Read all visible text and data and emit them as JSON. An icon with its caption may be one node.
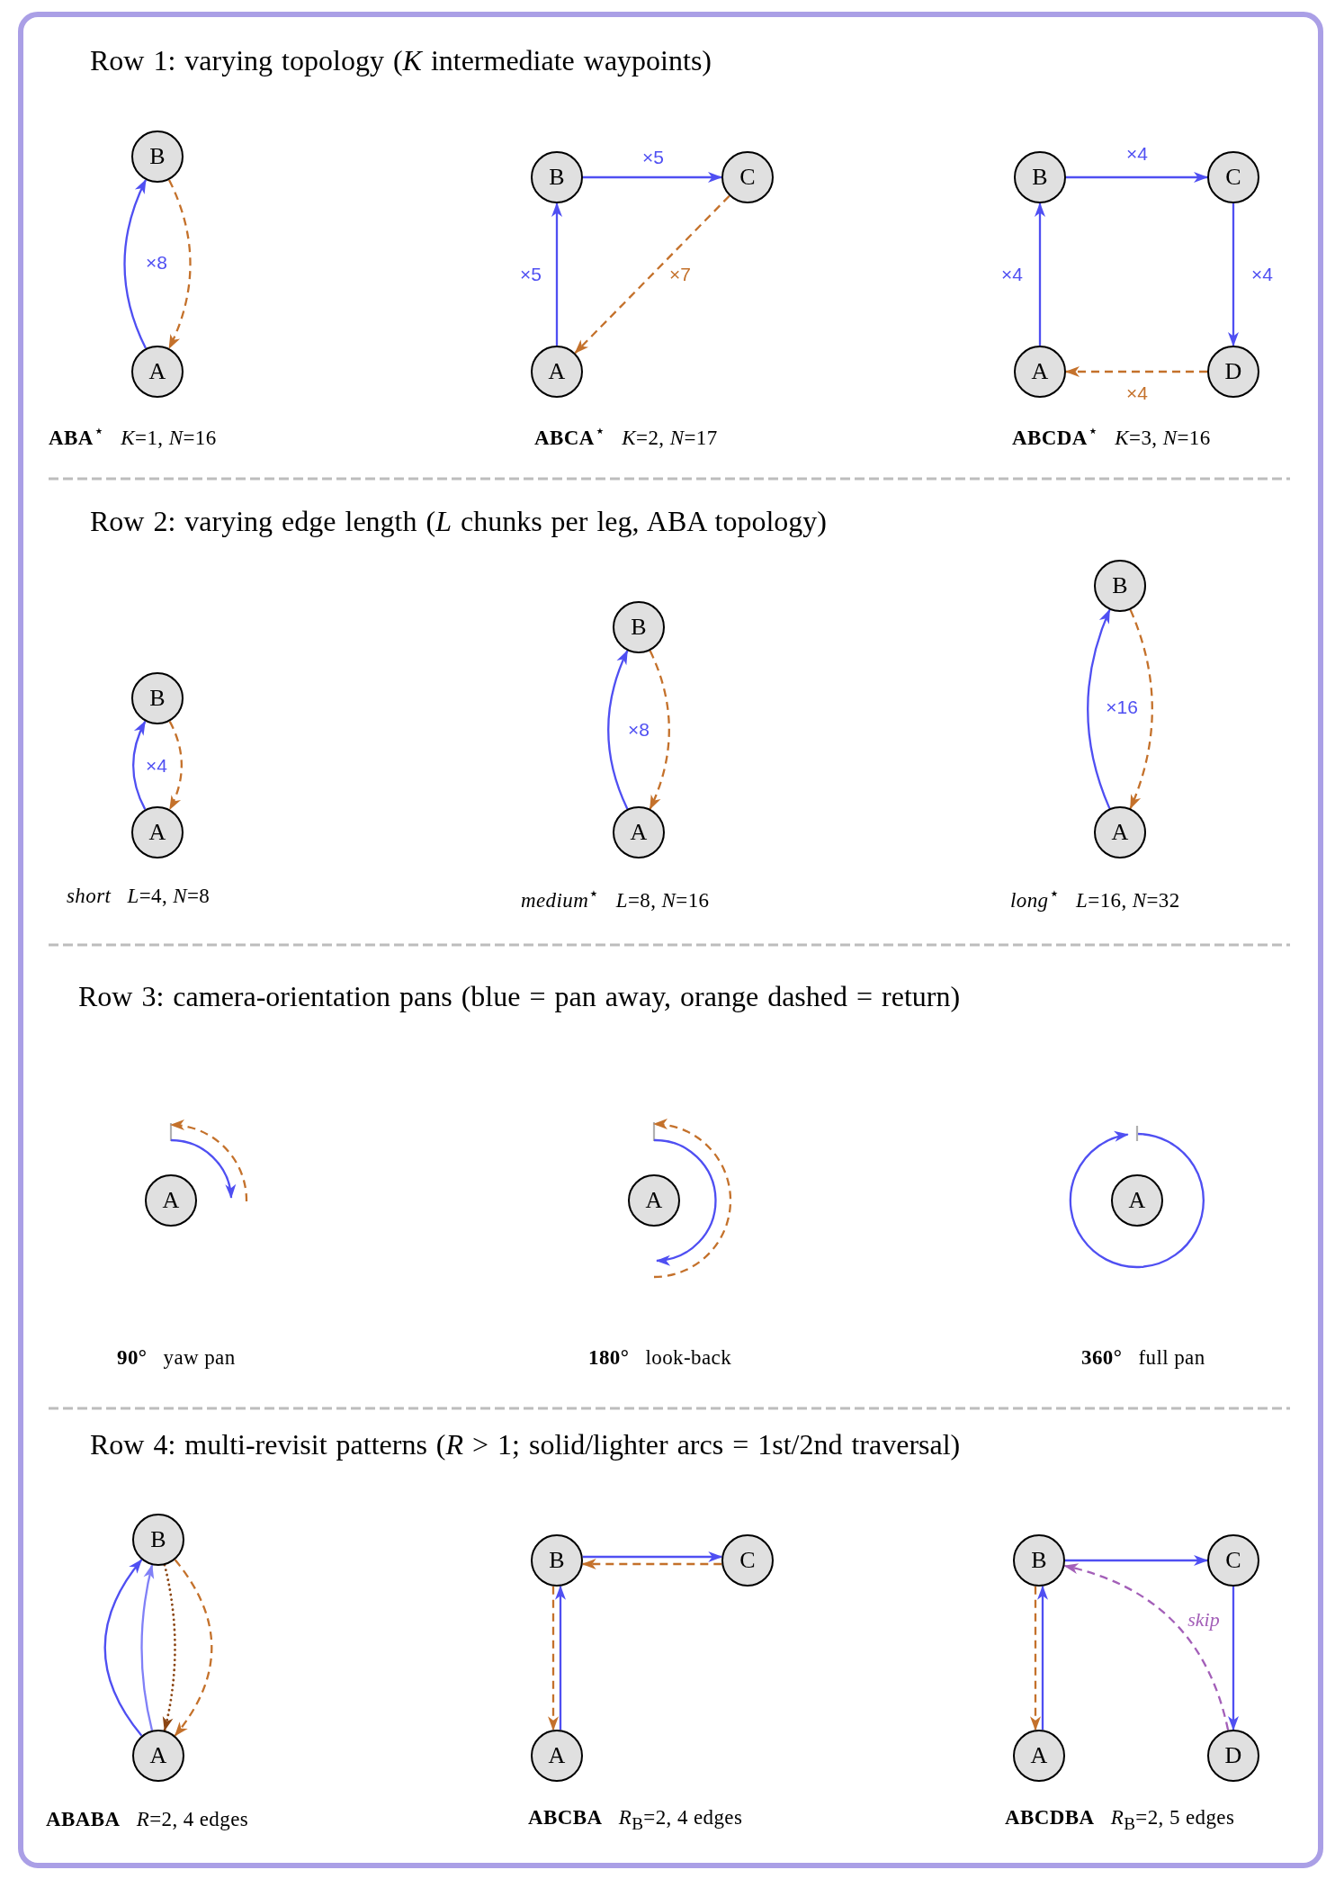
{
  "diagram": {
    "nodes": [
      {
        "text": [
          "B"
        ]
      },
      {
        "text": [
          "A"
        ]
      },
      {
        "text": [
          "B"
        ]
      },
      {
        "text": [
          "C"
        ]
      },
      {
        "text": [
          "A"
        ]
      },
      {
        "text": [
          "B"
        ]
      },
      {
        "text": [
          "C"
        ]
      },
      {
        "text": [
          "A"
        ]
      },
      {
        "text": [
          "D"
        ]
      },
      {
        "text": [
          "B"
        ]
      },
      {
        "text": [
          "A"
        ]
      },
      {
        "text": [
          "B"
        ]
      },
      {
        "text": [
          "A"
        ]
      },
      {
        "text": [
          "B"
        ]
      },
      {
        "text": [
          "A"
        ]
      },
      {
        "text": [
          "A"
        ]
      },
      {
        "text": [
          "A"
        ]
      },
      {
        "text": [
          "A"
        ]
      },
      {
        "text": [
          "B"
        ]
      },
      {
        "text": [
          "A"
        ]
      },
      {
        "text": [
          "B"
        ]
      },
      {
        "text": [
          "C"
        ]
      },
      {
        "text": [
          "A"
        ]
      },
      {
        "text": [
          "B"
        ]
      },
      {
        "text": [
          "C"
        ]
      },
      {
        "text": [
          "A"
        ]
      },
      {
        "text": [
          "D"
        ]
      }
    ],
    "edges": [
      {
        "from": 1,
        "to": 0,
        "arrow": "to",
        "label": "×8"
      },
      {
        "from": 0,
        "to": 1,
        "arrow": "to",
        "style": "dashed",
        "color": "#c4712b"
      },
      {
        "from": 4,
        "to": 2,
        "arrow": "to",
        "label": "×5"
      },
      {
        "from": 2,
        "to": 3,
        "arrow": "to",
        "label": "×5"
      },
      {
        "from": 3,
        "to": 4,
        "arrow": "to",
        "label": "×7",
        "style": "dashed",
        "color": "#c4712b"
      },
      {
        "from": 7,
        "to": 5,
        "arrow": "to",
        "label": "×4"
      },
      {
        "from": 5,
        "to": 6,
        "arrow": "to",
        "label": "×4"
      },
      {
        "from": 6,
        "to": 8,
        "arrow": "to",
        "label": "×4"
      },
      {
        "from": 8,
        "to": 7,
        "arrow": "to",
        "label": "×4",
        "style": "dashed",
        "color": "#c4712b"
      },
      {
        "from": 10,
        "to": 9,
        "arrow": "to",
        "label": "×4"
      },
      {
        "from": 9,
        "to": 10,
        "arrow": "to",
        "style": "dashed",
        "color": "#c4712b"
      },
      {
        "from": 12,
        "to": 11,
        "arrow": "to",
        "label": "×8"
      },
      {
        "from": 11,
        "to": 12,
        "arrow": "to",
        "style": "dashed",
        "color": "#c4712b"
      },
      {
        "from": 14,
        "to": 13,
        "arrow": "to",
        "label": "×16"
      },
      {
        "from": 13,
        "to": 14,
        "arrow": "to",
        "style": "dashed",
        "color": "#c4712b"
      },
      {
        "from": 19,
        "to": 18,
        "arrow": "to"
      },
      {
        "from": 19,
        "to": 18,
        "arrow": "to",
        "color": "#8080f7"
      },
      {
        "from": 18,
        "to": 19,
        "arrow": "to",
        "style": "dashed",
        "color": "#8b4513"
      },
      {
        "from": 18,
        "to": 19,
        "arrow": "to",
        "style": "dashed",
        "color": "#c4712b"
      },
      {
        "from": 22,
        "to": 20,
        "arrow": "to"
      },
      {
        "from": 20,
        "to": 22,
        "arrow": "to",
        "style": "dashed",
        "color": "#c4712b"
      },
      {
        "from": 20,
        "to": 21,
        "arrow": "to"
      },
      {
        "from": 21,
        "to": 20,
        "arrow": "to",
        "style": "dashed",
        "color": "#c4712b"
      },
      {
        "from": 25,
        "to": 23,
        "arrow": "to"
      },
      {
        "from": 23,
        "to": 25,
        "arrow": "to",
        "style": "dashed",
        "color": "#c4712b"
      },
      {
        "from": 23,
        "to": 24,
        "arrow": "to"
      },
      {
        "from": 24,
        "to": 26,
        "arrow": "to"
      },
      {
        "from": 26,
        "to": 23,
        "arrow": "to",
        "label": "skip",
        "style": "dashed",
        "color": "#a35fb8"
      }
    ],
    "labels": [
      "Row 1: varying topology (*K* intermediate waypoints)",
      "**ABA**$^{⋆}$ *K*=1, *N*=16",
      "**ABCA**$^{⋆}$ *K*=2, *N*=17",
      "**ABCDA**$^{⋆}$ *K*=3, *N*=16",
      "Row 2: varying edge length (*L* chunks per leg, ABA topology)",
      "*short* *L*=4, *N*=8",
      "*medium*$^{⋆}$ *L*=8, *N*=16",
      "*long*$^{⋆}$ *L*=16, *N*=32",
      "Row 3: camera-orientation pans (blue = pan away, orange dashed = return)",
      "**90°** yaw pan",
      "**180°** look-back",
      "**360°** full pan",
      "Row 4: multi-revisit patterns (*R* > 1; solid/lighter arcs = 1st/2nd traversal)",
      "**ABABA** *R*=2, 4 edges",
      "**ABCBA** *R*$_{B}$=2, 4 edges",
      "**ABCDBA** *R*$_{B}$=2, 5 edges"
    ]
  }
}
